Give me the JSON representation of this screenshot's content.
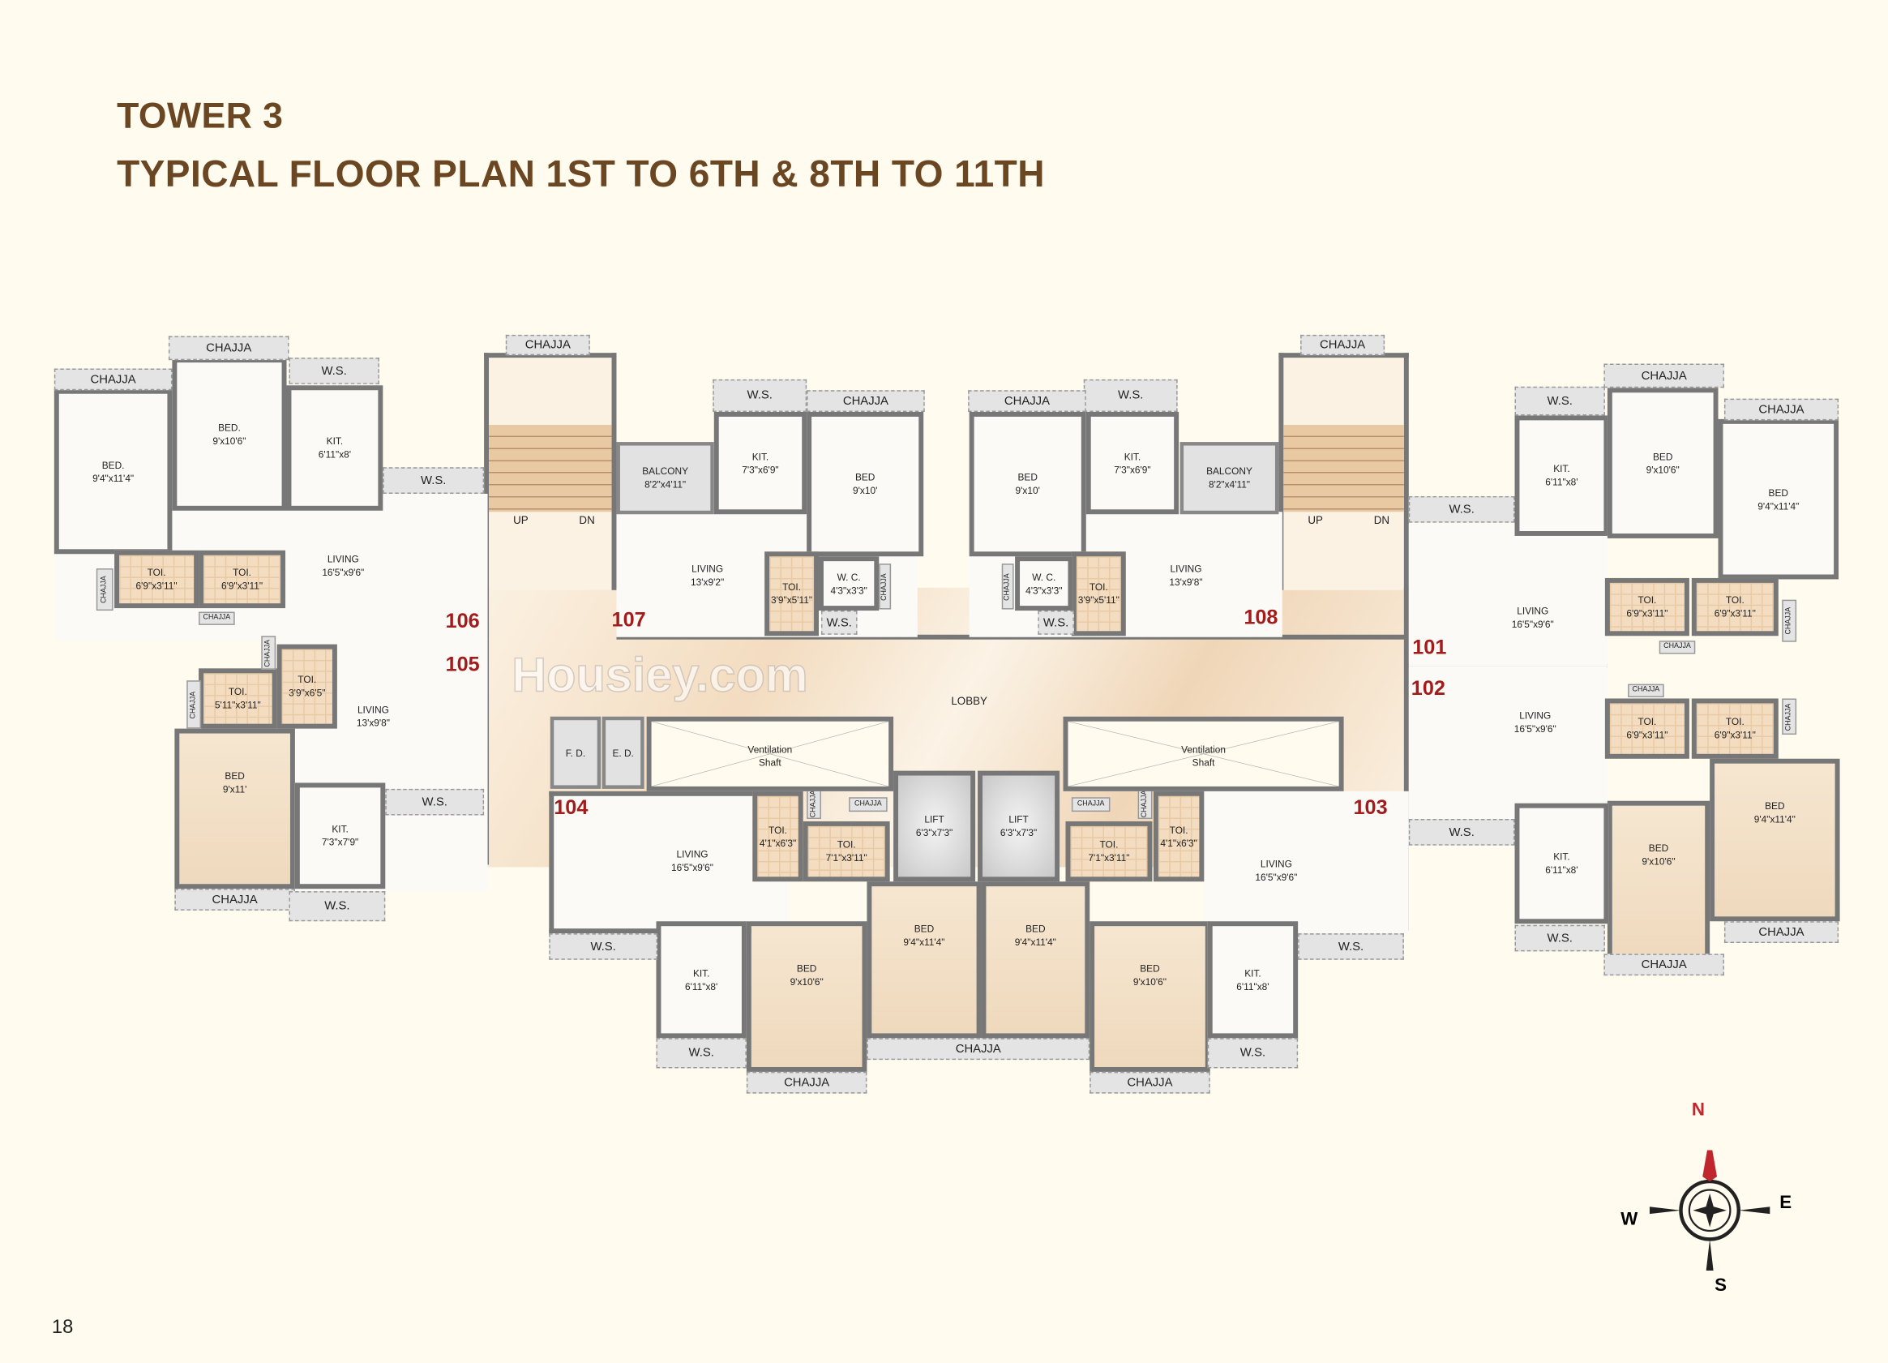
{
  "header": {
    "tower": "TOWER 3",
    "subtitle": "TYPICAL FLOOR PLAN 1ST TO 6TH & 8TH TO 11TH"
  },
  "page_number": "18",
  "watermark": "Housiey.com",
  "compass": {
    "n": "N",
    "e": "E",
    "s": "S",
    "w": "W",
    "north_color": "#c0272d"
  },
  "colors": {
    "title": "#6b4622",
    "unit_number": "#a31c1c",
    "wall": "#777777",
    "toilet_floor": "#f3dcc0"
  },
  "units": [
    {
      "number": "106",
      "rooms": [
        {
          "name": "LIVING",
          "dim": "16'5\"x9'6\""
        },
        {
          "name": "BED.",
          "dim": "9'4\"x11'4\""
        },
        {
          "name": "BED.",
          "dim": "9'x10'6\""
        },
        {
          "name": "KIT.",
          "dim": "6'11\"x8'"
        },
        {
          "name": "TOI.",
          "dim": "6'9\"x3'11\""
        },
        {
          "name": "TOI.",
          "dim": "6'9\"x3'11\""
        },
        {
          "name": "CHAJJA",
          "dim": ""
        },
        {
          "name": "CHAJJA",
          "dim": ""
        },
        {
          "name": "W.S.",
          "dim": ""
        },
        {
          "name": "W.S.",
          "dim": ""
        },
        {
          "name": "CHAJJA",
          "dim": ""
        },
        {
          "name": "CHAJJA",
          "dim": ""
        }
      ]
    },
    {
      "number": "105",
      "rooms": [
        {
          "name": "LIVING",
          "dim": "13'x9'8\""
        },
        {
          "name": "TOI.",
          "dim": "5'11\"x3'11\""
        },
        {
          "name": "TOI.",
          "dim": "3'9\"x6'5\""
        },
        {
          "name": "BED",
          "dim": "9'x11'"
        },
        {
          "name": "KIT.",
          "dim": "7'3\"x7'9\""
        },
        {
          "name": "CHAJJA",
          "dim": ""
        },
        {
          "name": "CHAJJA",
          "dim": ""
        },
        {
          "name": "W.S.",
          "dim": ""
        },
        {
          "name": "CHAJJA",
          "dim": ""
        },
        {
          "name": "W.S.",
          "dim": ""
        }
      ]
    },
    {
      "number": "107",
      "rooms": [
        {
          "name": "LIVING",
          "dim": "13'x9'2\""
        },
        {
          "name": "BALCONY",
          "dim": "8'2\"x4'11\""
        },
        {
          "name": "KIT.",
          "dim": "7'3\"x6'9\""
        },
        {
          "name": "BED",
          "dim": "9'x10'"
        },
        {
          "name": "TOI.",
          "dim": "3'9\"x5'11\""
        },
        {
          "name": "W. C.",
          "dim": "4'3\"x3'3\""
        },
        {
          "name": "W.S.",
          "dim": ""
        },
        {
          "name": "CHAJJA",
          "dim": ""
        },
        {
          "name": "CHAJJA",
          "dim": ""
        },
        {
          "name": "W.S.",
          "dim": ""
        }
      ]
    },
    {
      "number": "108",
      "rooms": [
        {
          "name": "LIVING",
          "dim": "13'x9'8\""
        },
        {
          "name": "BALCONY",
          "dim": "8'2\"x4'11\""
        },
        {
          "name": "KIT.",
          "dim": "7'3\"x6'9\""
        },
        {
          "name": "BED",
          "dim": "9'x10'"
        },
        {
          "name": "TOI.",
          "dim": "3'9\"x5'11\""
        },
        {
          "name": "W. C.",
          "dim": "4'3\"x3'3\""
        },
        {
          "name": "W.S.",
          "dim": ""
        },
        {
          "name": "CHAJJA",
          "dim": ""
        },
        {
          "name": "CHAJJA",
          "dim": ""
        },
        {
          "name": "W.S.",
          "dim": ""
        }
      ]
    },
    {
      "number": "101",
      "rooms": [
        {
          "name": "LIVING",
          "dim": "16'5\"x9'6\""
        },
        {
          "name": "KIT.",
          "dim": "6'11\"x8'"
        },
        {
          "name": "BED",
          "dim": "9'x10'6\""
        },
        {
          "name": "BED",
          "dim": "9'4\"x11'4\""
        },
        {
          "name": "TOI.",
          "dim": "6'9\"x3'11\""
        },
        {
          "name": "TOI.",
          "dim": "6'9\"x3'11\""
        },
        {
          "name": "W.S.",
          "dim": ""
        },
        {
          "name": "CHAJJA",
          "dim": ""
        },
        {
          "name": "CHAJJA",
          "dim": ""
        },
        {
          "name": "W.S.",
          "dim": ""
        },
        {
          "name": "CHAJJA",
          "dim": ""
        },
        {
          "name": "CHAJJA",
          "dim": ""
        }
      ]
    },
    {
      "number": "102",
      "rooms": [
        {
          "name": "LIVING",
          "dim": "16'5\"x9'6\""
        },
        {
          "name": "TOI.",
          "dim": "6'9\"x3'11\""
        },
        {
          "name": "TOI.",
          "dim": "6'9\"x3'11\""
        },
        {
          "name": "BED",
          "dim": "9'4\"x11'4\""
        },
        {
          "name": "BED",
          "dim": "9'x10'6\""
        },
        {
          "name": "KIT.",
          "dim": "6'11\"x8'"
        },
        {
          "name": "CHAJJA",
          "dim": ""
        },
        {
          "name": "CHAJJA",
          "dim": ""
        },
        {
          "name": "W.S.",
          "dim": ""
        },
        {
          "name": "W.S.",
          "dim": ""
        },
        {
          "name": "CHAJJA",
          "dim": ""
        },
        {
          "name": "CHAJJA",
          "dim": ""
        }
      ]
    },
    {
      "number": "104",
      "rooms": [
        {
          "name": "LIVING",
          "dim": "16'5\"x9'6\""
        },
        {
          "name": "TOI.",
          "dim": "4'1\"x6'3\""
        },
        {
          "name": "TOI.",
          "dim": "7'1\"x3'11\""
        },
        {
          "name": "BED",
          "dim": "9'4\"x11'4\""
        },
        {
          "name": "BED",
          "dim": "9'x10'6\""
        },
        {
          "name": "KIT.",
          "dim": "6'11\"x8'"
        },
        {
          "name": "CHAJJA",
          "dim": ""
        },
        {
          "name": "CHAJJA",
          "dim": ""
        },
        {
          "name": "W.S.",
          "dim": ""
        },
        {
          "name": "W.S.",
          "dim": ""
        },
        {
          "name": "CHAJJA",
          "dim": ""
        },
        {
          "name": "CHAJJA",
          "dim": ""
        }
      ]
    },
    {
      "number": "103",
      "rooms": [
        {
          "name": "LIVING",
          "dim": "16'5\"x9'6\""
        },
        {
          "name": "TOI.",
          "dim": "4'1\"x6'3\""
        },
        {
          "name": "TOI.",
          "dim": "7'1\"x3'11\""
        },
        {
          "name": "BED",
          "dim": "9'4\"x11'4\""
        },
        {
          "name": "BED",
          "dim": "9'x10'6\""
        },
        {
          "name": "KIT.",
          "dim": "6'11\"x8'"
        },
        {
          "name": "CHAJJA",
          "dim": ""
        },
        {
          "name": "CHAJJA",
          "dim": ""
        },
        {
          "name": "W.S.",
          "dim": ""
        },
        {
          "name": "W.S.",
          "dim": ""
        },
        {
          "name": "CHAJJA",
          "dim": ""
        }
      ]
    }
  ],
  "common": {
    "rooms": [
      {
        "name": "LOBBY",
        "dim": ""
      },
      {
        "name": "F. D.",
        "dim": ""
      },
      {
        "name": "E. D.",
        "dim": ""
      },
      {
        "name": "Ventilation",
        "dim": "Shaft"
      },
      {
        "name": "Ventilation",
        "dim": "Shaft"
      },
      {
        "name": "LIFT",
        "dim": "6'3\"x7'3\""
      },
      {
        "name": "LIFT",
        "dim": "6'3\"x7'3\""
      },
      {
        "name": "CHAJJA",
        "dim": ""
      },
      {
        "name": "UP",
        "dim": ""
      },
      {
        "name": "DN",
        "dim": ""
      },
      {
        "name": "CHAJJA",
        "dim": ""
      },
      {
        "name": "UP",
        "dim": ""
      },
      {
        "name": "DN",
        "dim": ""
      }
    ]
  }
}
